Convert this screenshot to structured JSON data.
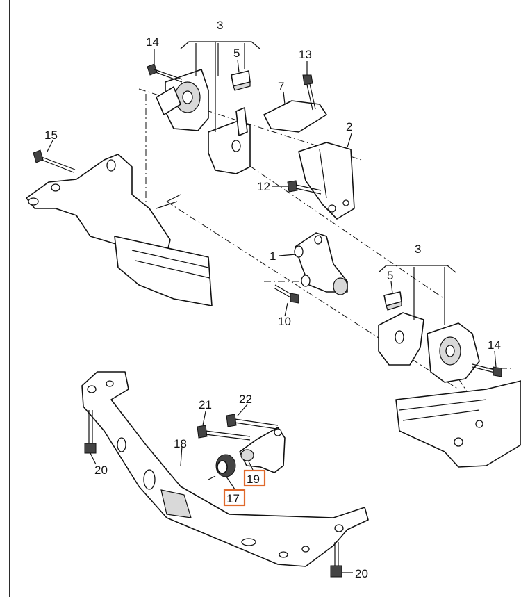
{
  "diagram": {
    "part_numbers": {
      "p1": "1",
      "p2": "2",
      "p3_top": "3",
      "p3_mid": "3",
      "p5_top": "5",
      "p5_mid": "5",
      "p7": "7",
      "p10": "10",
      "p12": "12",
      "p13": "13",
      "p14_top": "14",
      "p14_mid": "14",
      "p15": "15",
      "p17": "17",
      "p18": "18",
      "p19": "19",
      "p20_left": "20",
      "p20_bottom": "20",
      "p21": "21",
      "p22": "22"
    },
    "highlight_color": "#e06a2c"
  }
}
